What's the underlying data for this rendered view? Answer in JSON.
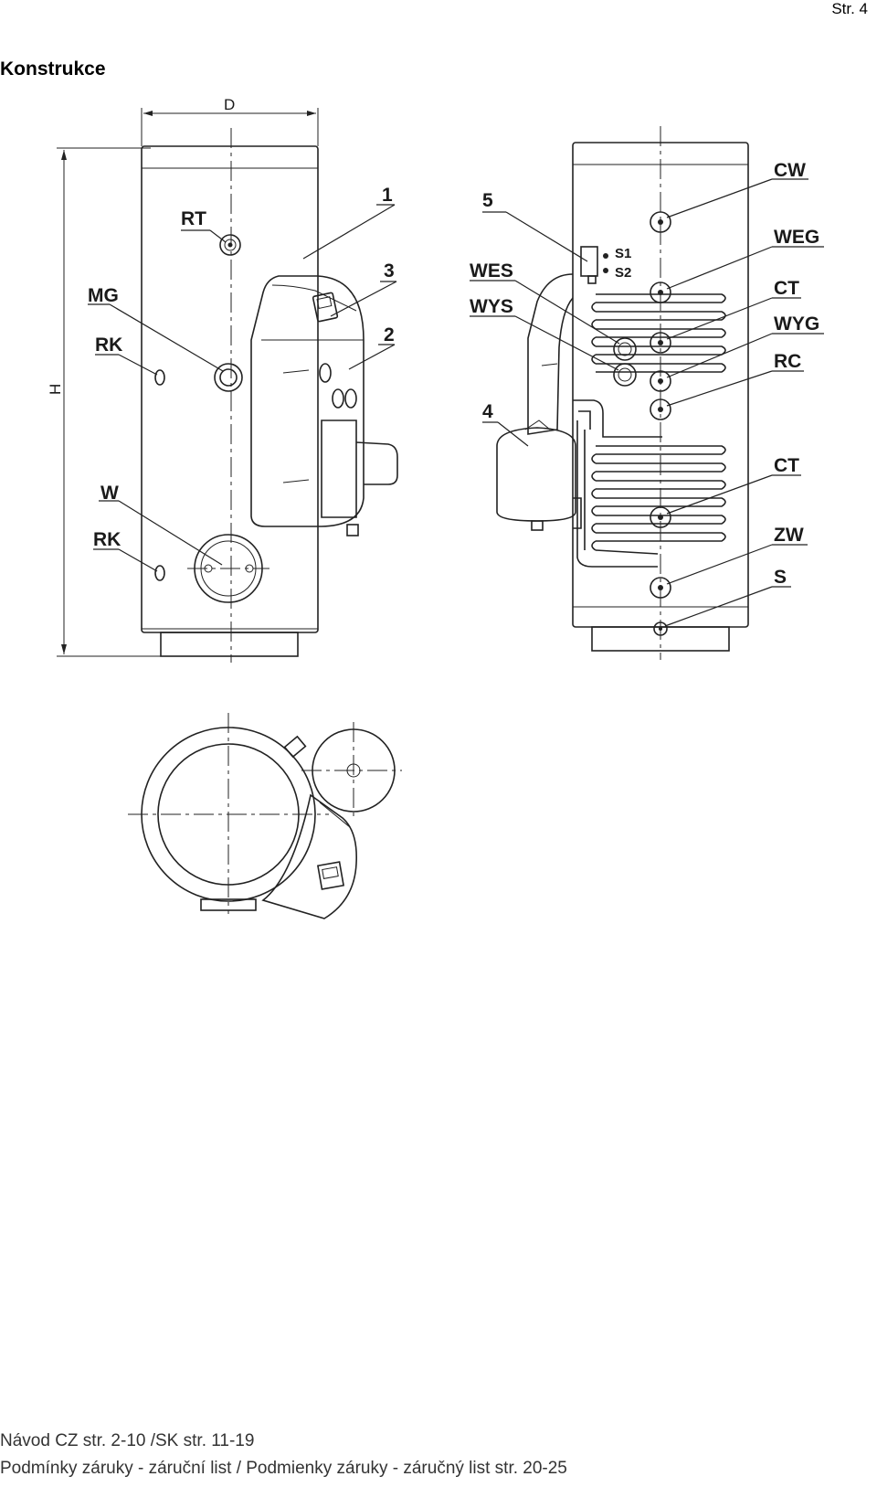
{
  "page": {
    "number": "Str. 4",
    "title": "Konstrukce"
  },
  "dimensions": {
    "depth": "D",
    "height": "H"
  },
  "front_view_labels": {
    "rt": "RT",
    "mg": "MG",
    "rk_upper": "RK",
    "w": "W",
    "rk_lower": "RK",
    "part_1": "1",
    "part_2": "2",
    "part_3": "3"
  },
  "section_view_labels": {
    "part_5": "5",
    "s1": "S1",
    "s2": "S2",
    "wes": "WES",
    "wys": "WYS",
    "part_4": "4",
    "cw": "CW",
    "weg": "WEG",
    "ct_upper": "CT",
    "wyg": "WYG",
    "rc": "RC",
    "ct_lower": "CT",
    "zw": "ZW",
    "s": "S"
  },
  "footer": {
    "line_1": "Návod CZ str. 2-10 /SK str. 11-19",
    "line_2": "Podmínky záruky - záruční list / Podmienky záruky - záručný list str. 20-25"
  }
}
